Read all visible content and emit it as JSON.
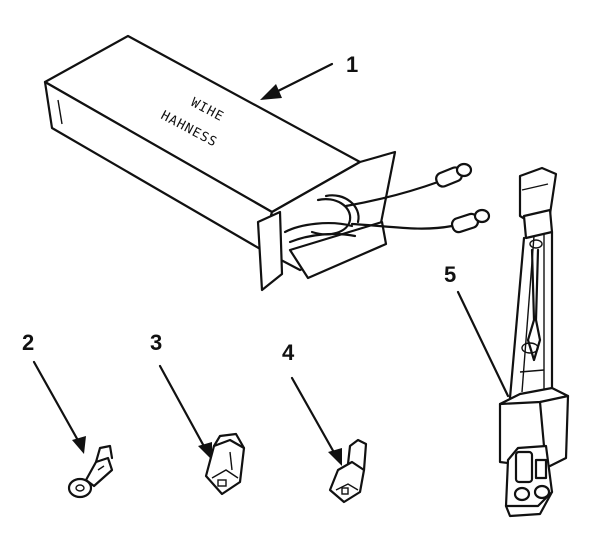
{
  "callouts": {
    "part1": "1",
    "part2": "2",
    "part3": "3",
    "part4": "4",
    "part5": "5"
  },
  "package_label": {
    "line1": "WIHE",
    "line2": "HAHNESS"
  }
}
